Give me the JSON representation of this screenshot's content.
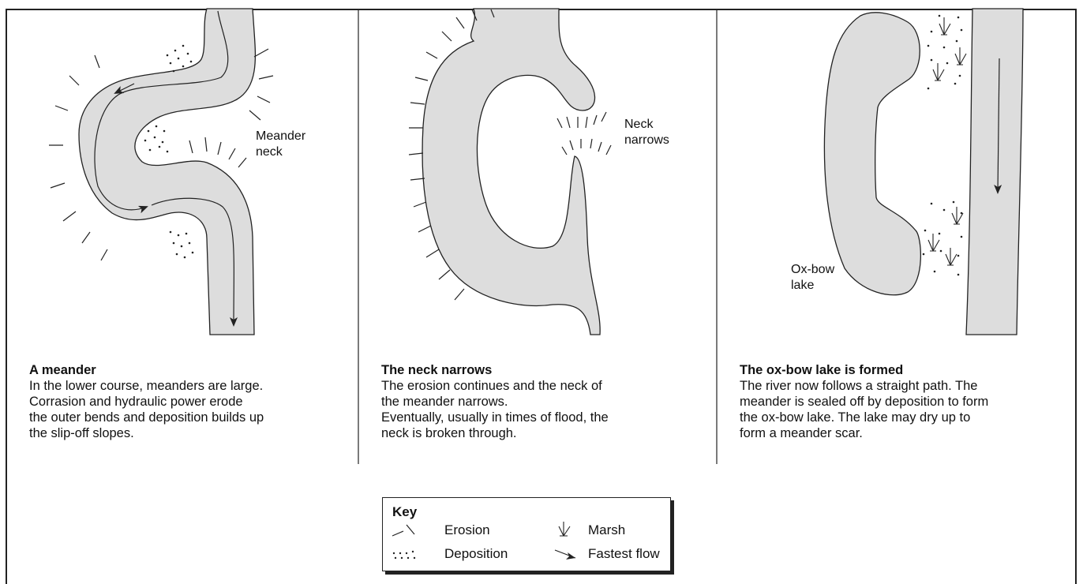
{
  "panels": [
    {
      "title": "A meander",
      "body": "In the lower course, meanders are large.\nCorrasion and hydraulic power erode\nthe outer bends and deposition builds up\nthe slip-off slopes.",
      "label": "Meander\nneck"
    },
    {
      "title": "The neck narrows",
      "body": "The erosion continues and the neck of\nthe meander narrows.\nEventually, usually in times of  flood, the\nneck is broken  through.",
      "label": "Neck\nnarrows"
    },
    {
      "title": "The ox-bow lake is formed",
      "body": "The river now follows a straight path. The\nmeander is sealed off by deposition to form\nthe ox-bow lake. The lake may dry up to\nform a meander scar.",
      "label": "Ox-bow\nlake"
    }
  ],
  "key": {
    "title": "Key",
    "items": [
      "Erosion",
      "Marsh",
      "Deposition",
      "Fastest flow"
    ]
  },
  "colors": {
    "water": "#dddddd",
    "line": "#222222"
  }
}
